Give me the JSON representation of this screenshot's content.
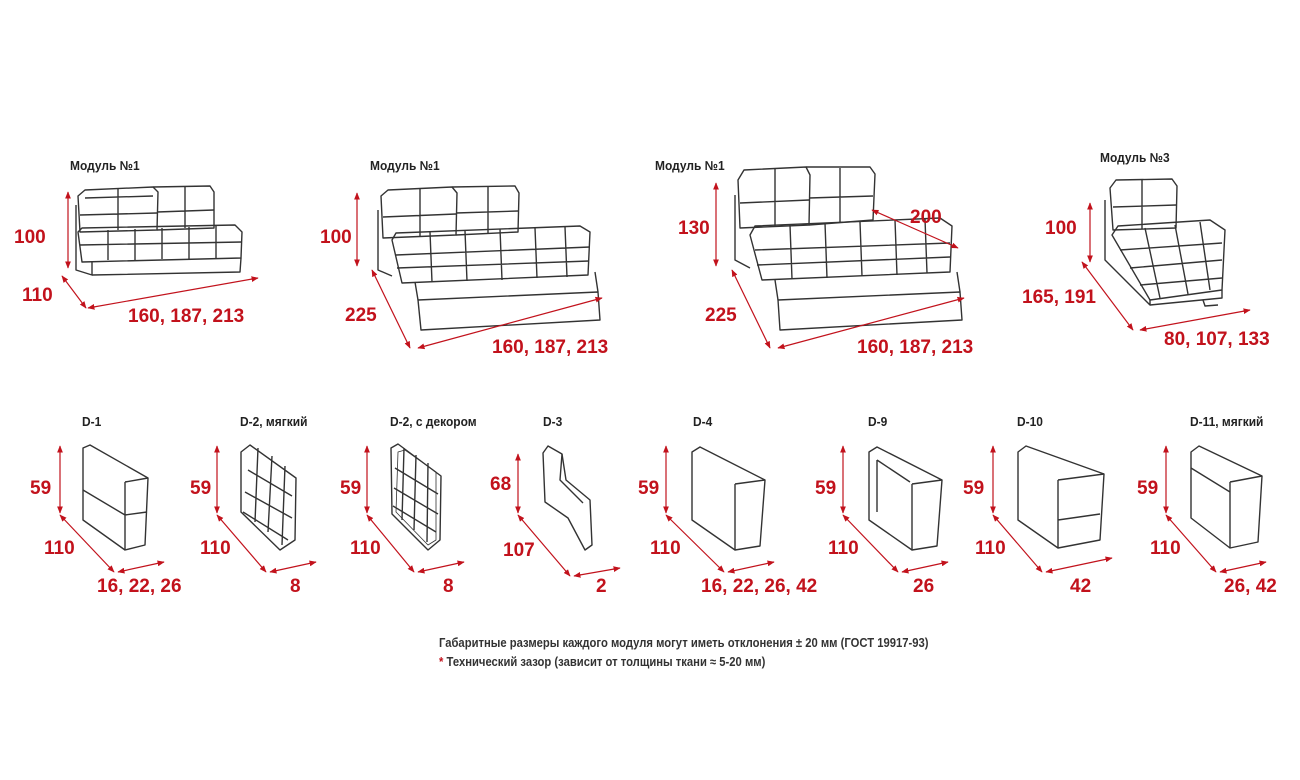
{
  "modules": [
    {
      "title": "Модуль №1",
      "height": "100",
      "depth": "110",
      "width": "160, 187, 213"
    },
    {
      "title": "Модуль №1",
      "height": "100",
      "depth": "225",
      "width": "160, 187, 213"
    },
    {
      "title": "Модуль №1",
      "height": "130",
      "depth": "225",
      "width": "160, 187, 213",
      "length": "200"
    },
    {
      "title": "Модуль №3",
      "height": "100",
      "depth": "165, 191",
      "width": "80, 107, 133"
    }
  ],
  "armrests": [
    {
      "title": "D-1",
      "height": "59",
      "depth": "110",
      "width": "16, 22, 26"
    },
    {
      "title": "D-2, мягкий",
      "height": "59",
      "depth": "110",
      "width": "8"
    },
    {
      "title": "D-2, с декором",
      "height": "59",
      "depth": "110",
      "width": "8"
    },
    {
      "title": "D-3",
      "height": "68",
      "depth": "107",
      "width": "2"
    },
    {
      "title": "D-4",
      "height": "59",
      "depth": "110",
      "width": "16, 22, 26, 42"
    },
    {
      "title": "D-9",
      "height": "59",
      "depth": "110",
      "width": "26"
    },
    {
      "title": "D-10",
      "height": "59",
      "depth": "110",
      "width": "42"
    },
    {
      "title": "D-11, мягкий",
      "height": "59",
      "depth": "110",
      "width": "26, 42"
    }
  ],
  "notes": {
    "line1": "Габаритные размеры каждого модуля могут иметь отклонения ± 20 мм (ГОСТ 19917-93)",
    "star": "*",
    "line2": "Технический зазор (зависит от толщины ткани ≈ 5-20 мм)"
  },
  "colors": {
    "dimension": "#c2121c",
    "outline": "#333333"
  }
}
